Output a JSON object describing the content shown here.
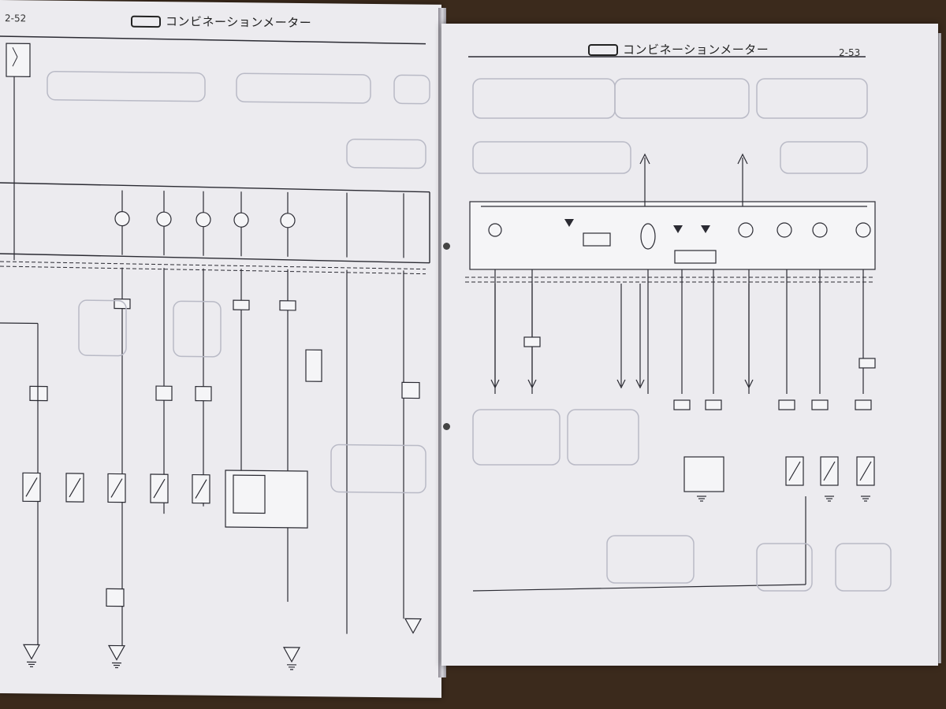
{
  "left_page": {
    "page_number": "2-52",
    "header_title": "コンビネーションメーター"
  },
  "right_page": {
    "page_number": "2-53",
    "header_title": "コンビネーションメーター"
  },
  "colors": {
    "background": "#3b2a1c",
    "paper": "#ecebef",
    "ink": "#2b2b33",
    "faded_ink": "#b9bac6"
  }
}
